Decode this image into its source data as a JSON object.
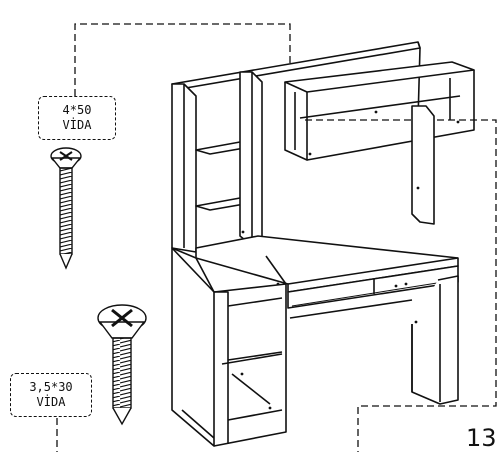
{
  "screw_a": {
    "size": "4*50",
    "name": "VİDA"
  },
  "screw_b": {
    "size": "3,5*30",
    "name": "VİDA"
  },
  "step": {
    "number": "13"
  }
}
